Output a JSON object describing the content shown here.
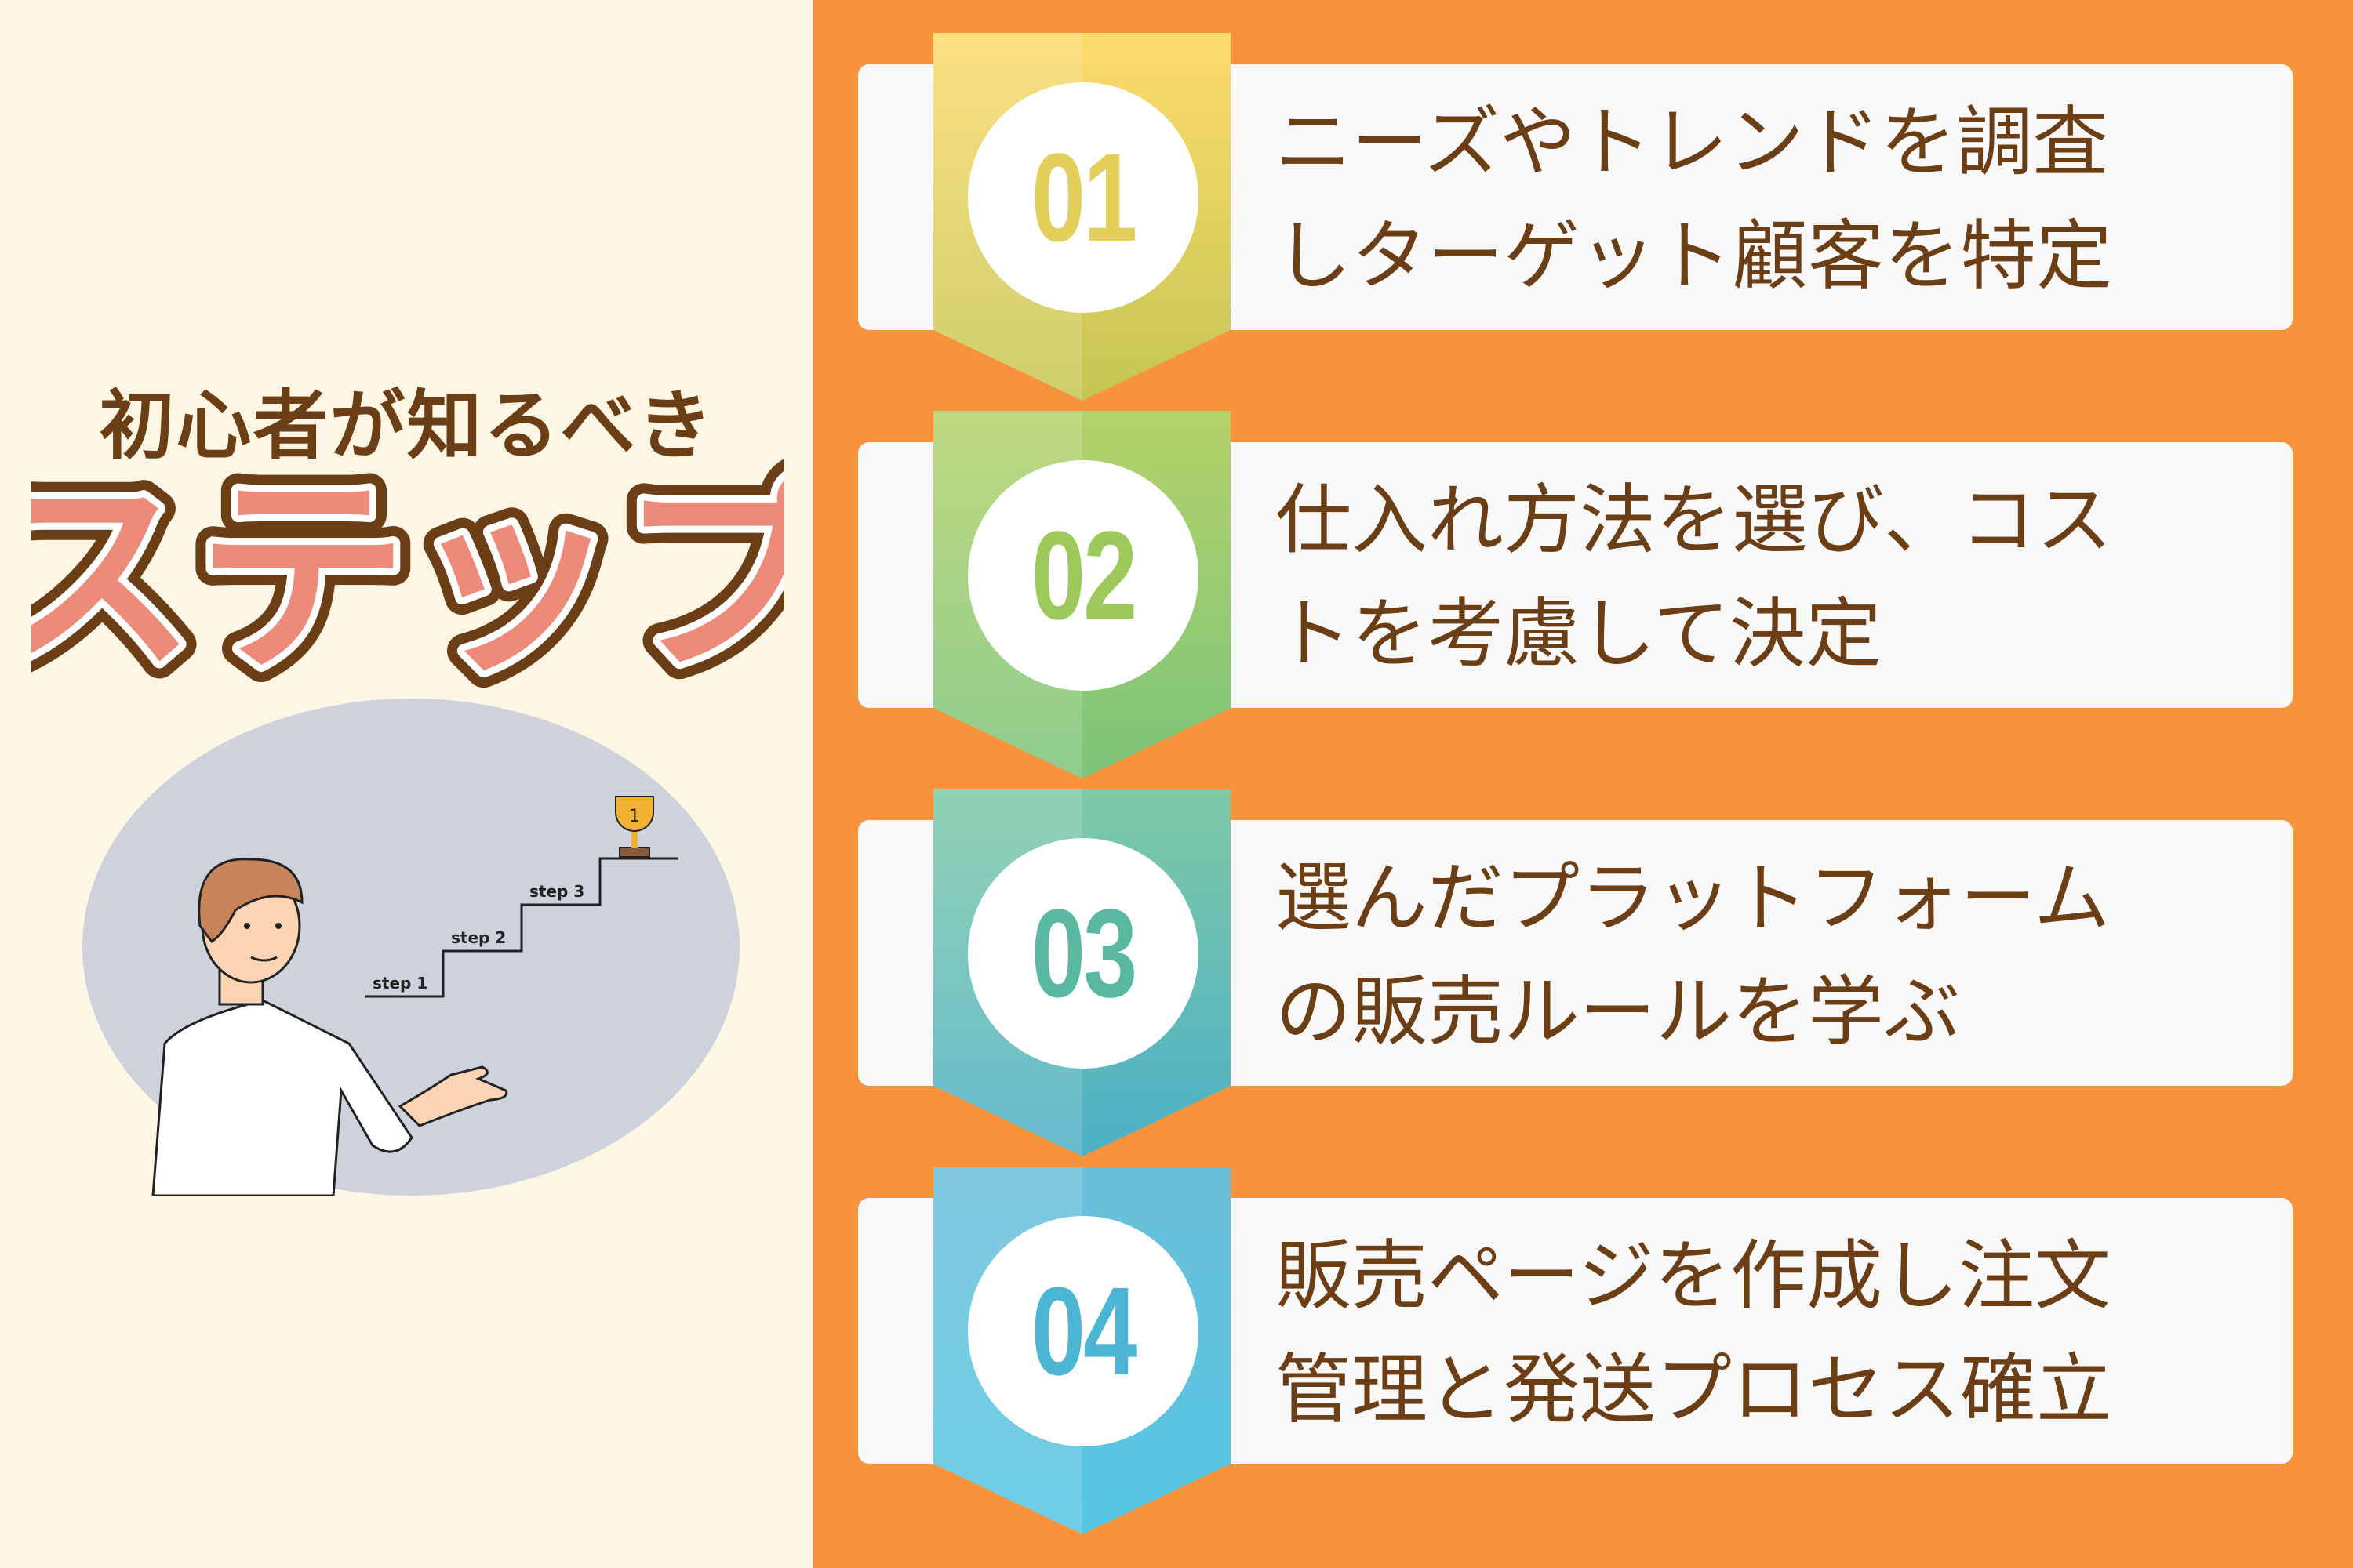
{
  "left_panel": {
    "subtitle": "初心者が知るべき",
    "title": "ステップ",
    "illustration": {
      "step_labels": [
        "step 1",
        "step 2",
        "step 3"
      ],
      "trophy_label": "1"
    }
  },
  "steps": [
    {
      "number": "01",
      "lines": [
        "ニーズやトレンドを調査",
        "しターゲット顧客を特定"
      ],
      "color_top": "#FDDB6D",
      "color_bottom": "#C5C653",
      "number_color": "#E3CF5A"
    },
    {
      "number": "02",
      "lines": [
        "仕入れ方法を選び、コス",
        "トを考慮して決定"
      ],
      "color_top": "#B5D26A",
      "color_bottom": "#7CC47A",
      "number_color": "#9DC95B"
    },
    {
      "number": "03",
      "lines": [
        "選んだプラットフォーム",
        "の販売ルールを学ぶ"
      ],
      "color_top": "#7FC9A6",
      "color_bottom": "#4BB0C6",
      "number_color": "#5BB8A0"
    },
    {
      "number": "04",
      "lines": [
        "販売ページを作成し注文",
        "管理と発送プロセス確立"
      ],
      "color_top": "#6BBFD9",
      "color_bottom": "#55C6E4",
      "number_color": "#4DB5D4"
    }
  ],
  "colors": {
    "left_bg": "#FEF6E4",
    "right_bg": "#F9933B",
    "text": "#6B3E16",
    "title_fill": "#EE8A7A"
  }
}
